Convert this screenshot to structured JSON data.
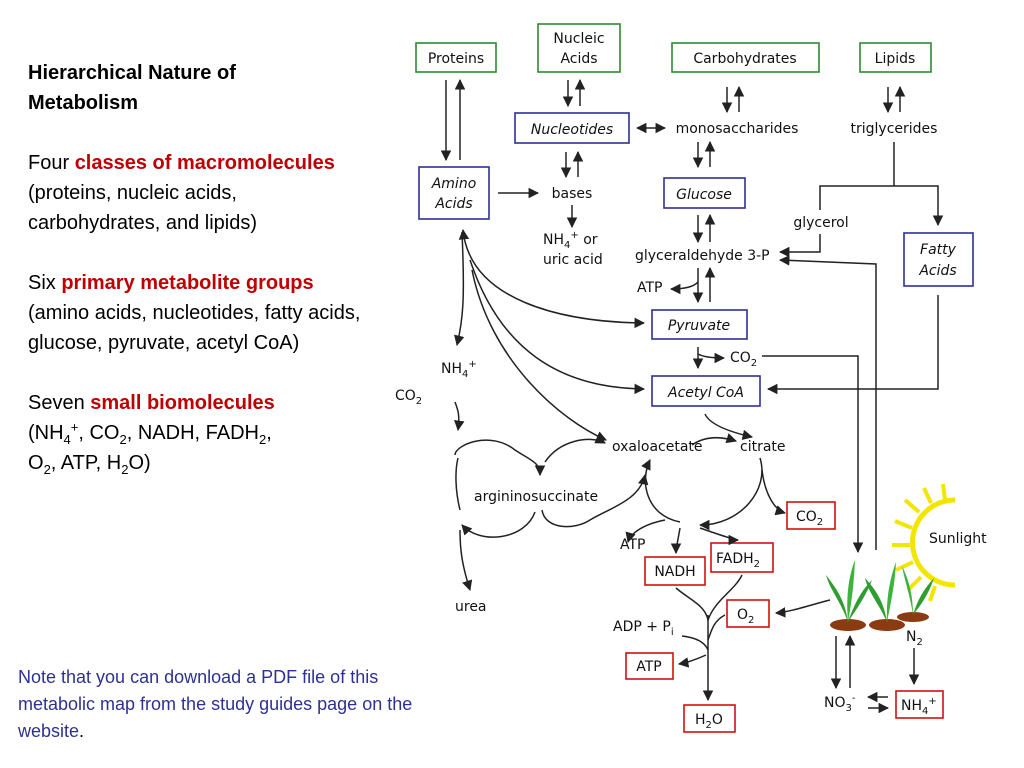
{
  "left": {
    "title_line1": "Hierarchical Nature of",
    "title_line2": "Metabolism",
    "p1_pre": "Four ",
    "p1_red": "classes of macromolecules",
    "p1_post": " (proteins, nucleic acids, carbohydrates, and lipids)",
    "p2_pre": "Six ",
    "p2_red": "primary metabolite groups",
    "p2_post": " (amino acids, nucleotides, fatty acids, glucose, pyruvate, acetyl CoA)",
    "p3_pre": "Seven ",
    "p3_red": "small biomolecules",
    "p3_a": "(NH",
    "p3_sub4": "4",
    "p3_sup_plus": "+",
    "p3_b": ", CO",
    "p3_sub2a": "2",
    "p3_c": ", NADH, FADH",
    "p3_sub2b": "2",
    "p3_d": ",",
    "p3_e": "O",
    "p3_sub2c": "2",
    "p3_f": ", ATP, H",
    "p3_sub2d": "2",
    "p3_g": "O)"
  },
  "note": {
    "text": "Note that you can download a PDF file of this metabolic map from the study guides page on the website",
    "period": "."
  },
  "map": {
    "proteins": "Proteins",
    "nucleic_1": "Nucleic",
    "nucleic_2": "Acids",
    "carbohydrates": "Carbohydrates",
    "lipids": "Lipids",
    "nucleotides": "Nucleotides",
    "monosaccharides": "monosaccharides",
    "triglycerides": "triglycerides",
    "amino_1": "Amino",
    "amino_2": "Acids",
    "bases": "bases",
    "glucose": "Glucose",
    "glycerol": "glycerol",
    "nh4_or_a": "NH",
    "nh4_or_sub": "4",
    "nh4_or_sup": "+",
    "nh4_or_b": " or",
    "uric_acid": "uric acid",
    "g3p": "glyceraldehyde 3-P",
    "fatty_1": "Fatty",
    "fatty_2": "Acids",
    "atp_glycolysis": "ATP",
    "pyruvate": "Pyruvate",
    "nh4_a": "NH",
    "nh4_sub": "4",
    "nh4_sup": "+",
    "co2_left_a": "CO",
    "co2_left_sub": "2",
    "co2_pyr_a": "CO",
    "co2_pyr_sub": "2",
    "acetyl_coa": "Acetyl CoA",
    "oxaloacetate": "oxaloacetate",
    "citrate": "citrate",
    "argininosuccinate": "argininosuccinate",
    "co2_box_a": "CO",
    "co2_box_sub": "2",
    "sunlight": "Sunlight",
    "atp_tca": "ATP",
    "nadh": "NADH",
    "fadh2_a": "FADH",
    "fadh2_sub": "2",
    "urea": "urea",
    "adp_pi_a": "ADP + P",
    "adp_pi_sub": "i",
    "o2_a": "O",
    "o2_sub": "2",
    "n2_a": "N",
    "n2_sub": "2",
    "atp_box": "ATP",
    "no3_a": "NO",
    "no3_sub": "3",
    "no3_sup": "-",
    "nh4_box_a": "NH",
    "nh4_box_sub": "4",
    "nh4_box_sup": "+",
    "h2o_a": "H",
    "h2o_sub": "2",
    "h2o_b": "O"
  },
  "colors": {
    "emphasis_red": "#c00000",
    "note_blue": "#2e3192",
    "box_blue": "#2e3192",
    "box_green": "#2e8b2e",
    "box_red": "#d01010",
    "sun_yellow": "#f2e600",
    "plant_green": "#2e9e2e",
    "soil_brown": "#8b3a12"
  }
}
